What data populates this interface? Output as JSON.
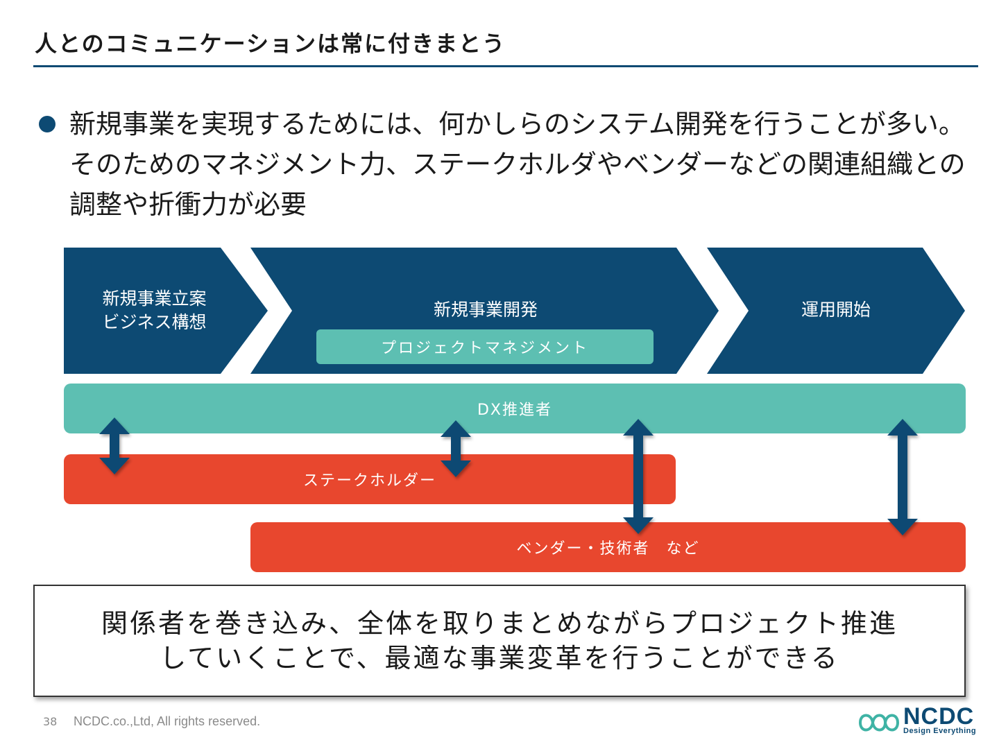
{
  "header": {
    "title": "人とのコミュニケーションは常に付きまとう"
  },
  "bullet": {
    "text": "新規事業を実現するためには、何かしらのシステム開発を行うことが多い。そのためのマネジメント力、ステークホルダやベンダーなどの関連組織との調整や折衝力が必要"
  },
  "diagram": {
    "phases": [
      {
        "line1": "新規事業立案",
        "line2": "ビジネス構想"
      },
      {
        "line1": "新規事業開発"
      },
      {
        "line1": "運用開始"
      }
    ],
    "pm_label": "プロジェクトマネジメント",
    "dx_label": "DX推進者",
    "stakeholder_label": "ステークホルダー",
    "vendor_label": "ベンダー・技術者　など"
  },
  "summary": {
    "line1": "関係者を巻き込み、全体を取りまとめながらプロジェクト推進",
    "line2": "していくことで、最適な事業変革を行うことができる"
  },
  "footer": {
    "page_number": "38",
    "copyright": "NCDC.co.,Ltd, All rights reserved.",
    "logo_text": "NCDC",
    "logo_tagline": "Design Everything"
  },
  "colors": {
    "navy": "#0d4a73",
    "teal": "#5dbfb2",
    "red": "#e8472e"
  }
}
